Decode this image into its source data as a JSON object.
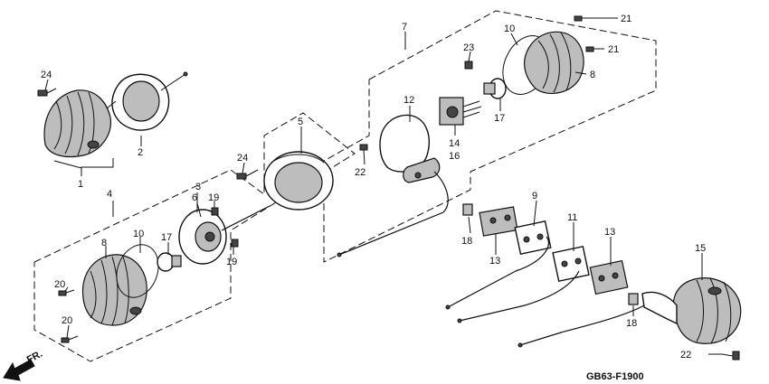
{
  "callouts": [
    {
      "id": "c1",
      "text": "1"
    },
    {
      "id": "c2",
      "text": "2"
    },
    {
      "id": "c3",
      "text": "3"
    },
    {
      "id": "c4",
      "text": "4"
    },
    {
      "id": "c5",
      "text": "5"
    },
    {
      "id": "c6",
      "text": "6"
    },
    {
      "id": "c7",
      "text": "7"
    },
    {
      "id": "c8a",
      "text": "8"
    },
    {
      "id": "c8b",
      "text": "8"
    },
    {
      "id": "c9",
      "text": "9"
    },
    {
      "id": "c10a",
      "text": "10"
    },
    {
      "id": "c10b",
      "text": "10"
    },
    {
      "id": "c11",
      "text": "11"
    },
    {
      "id": "c12",
      "text": "12"
    },
    {
      "id": "c13a",
      "text": "13"
    },
    {
      "id": "c13b",
      "text": "13"
    },
    {
      "id": "c14",
      "text": "14"
    },
    {
      "id": "c15",
      "text": "15"
    },
    {
      "id": "c16",
      "text": "16"
    },
    {
      "id": "c17a",
      "text": "17"
    },
    {
      "id": "c17b",
      "text": "17"
    },
    {
      "id": "c18a",
      "text": "18"
    },
    {
      "id": "c18b",
      "text": "18"
    },
    {
      "id": "c19a",
      "text": "19"
    },
    {
      "id": "c19b",
      "text": "19"
    },
    {
      "id": "c20a",
      "text": "20"
    },
    {
      "id": "c20b",
      "text": "20"
    },
    {
      "id": "c21a",
      "text": "21"
    },
    {
      "id": "c21b",
      "text": "21"
    },
    {
      "id": "c22a",
      "text": "22"
    },
    {
      "id": "c22b",
      "text": "22"
    },
    {
      "id": "c23",
      "text": "23"
    },
    {
      "id": "c24a",
      "text": "24"
    },
    {
      "id": "c24b",
      "text": "24"
    }
  ],
  "direction_label": "FR.",
  "diagram_code": "GB63-F1900"
}
